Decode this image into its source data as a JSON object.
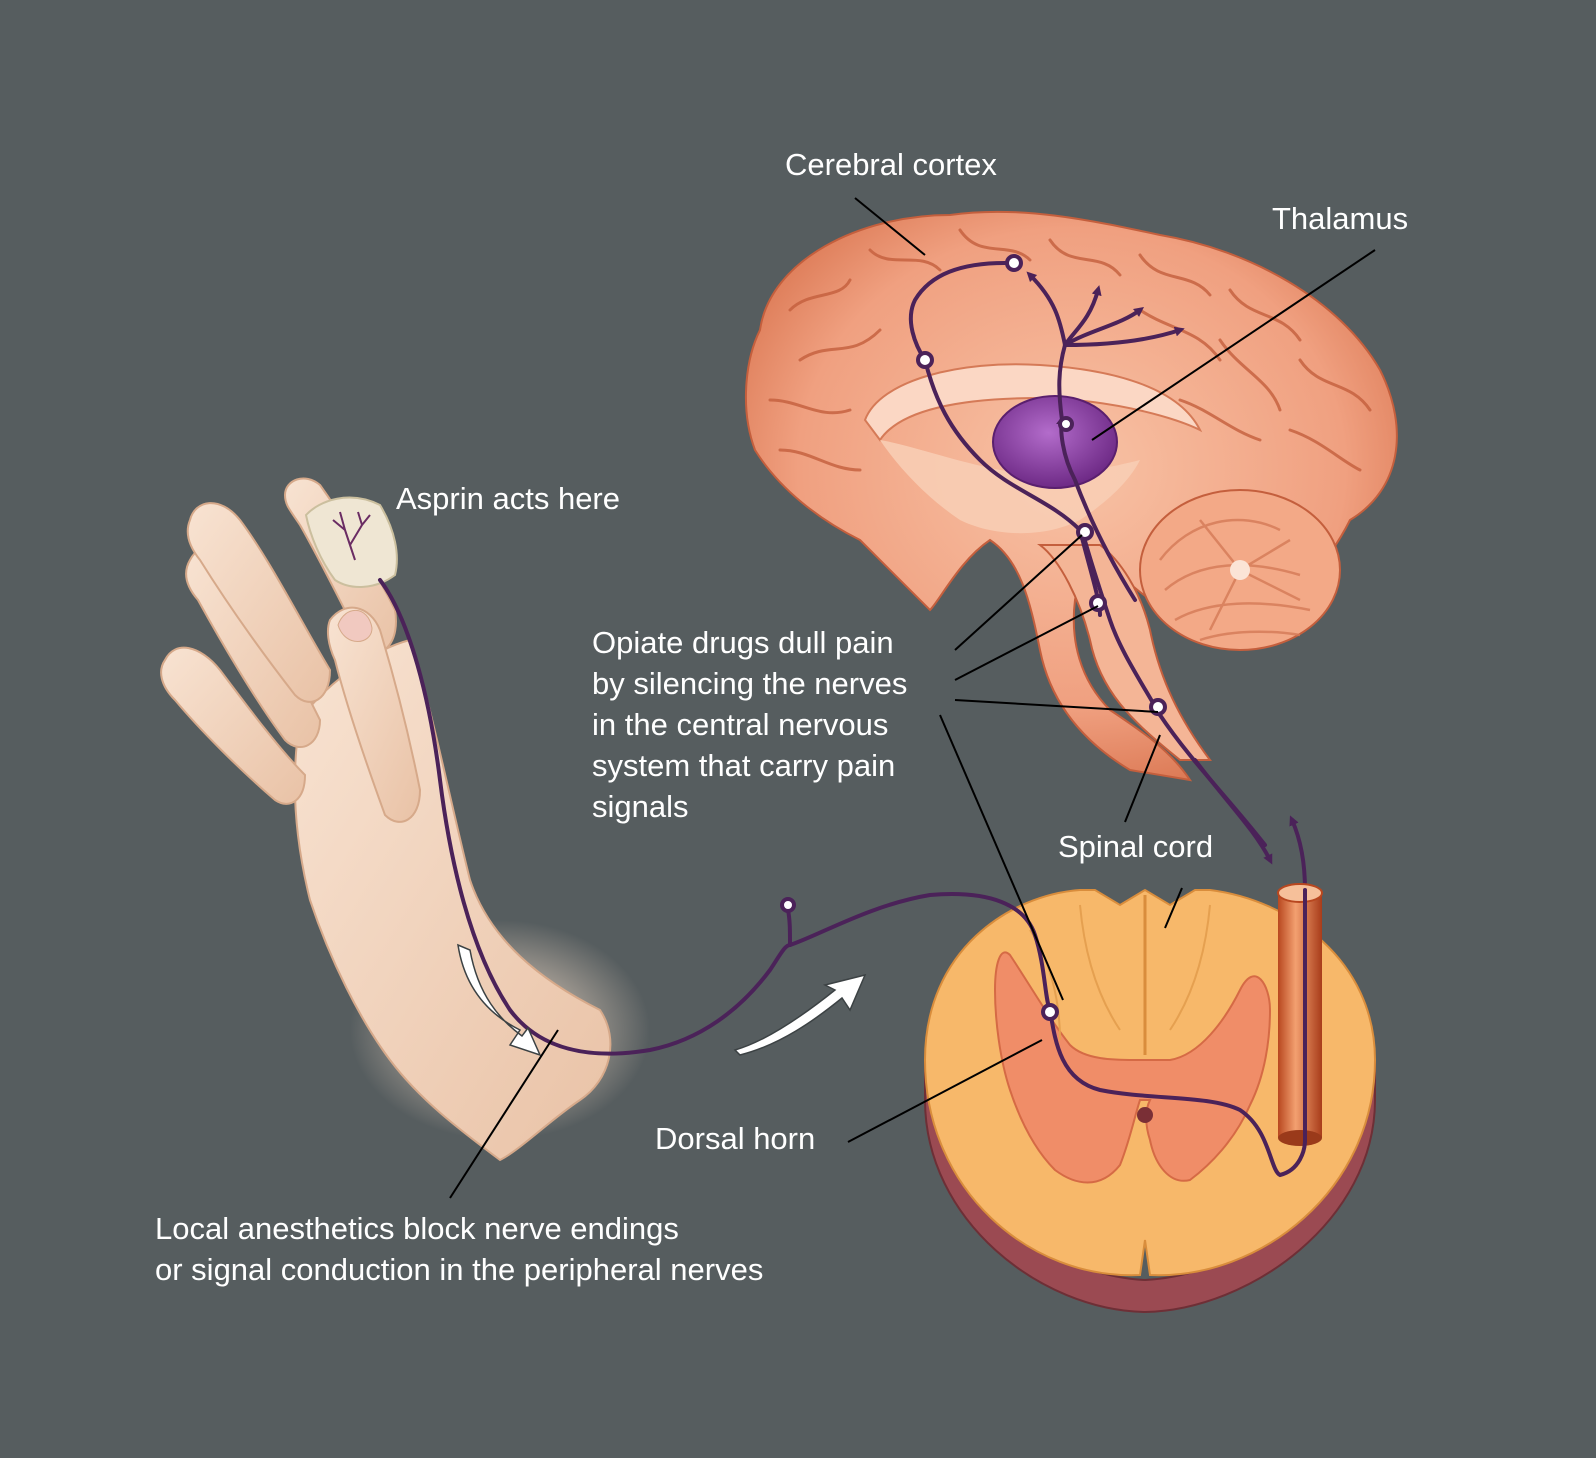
{
  "labels": {
    "cerebral_cortex": "Cerebral cortex",
    "thalamus": "Thalamus",
    "aspirin": "Asprin acts here",
    "opiate": [
      "Opiate drugs dull pain",
      "by silencing the nerves",
      "in the central nervous",
      "system that carry pain",
      "signals"
    ],
    "spinal_cord": "Spinal cord",
    "dorsal_horn": "Dorsal horn",
    "local_anesthetics": [
      "Local anesthetics block nerve endings",
      "or signal conduction in the peripheral nerves"
    ]
  },
  "colors": {
    "background": "#565d5f",
    "nerve": "#4b2259",
    "thalamus": "#8a3aa0",
    "brain": "#f0a080",
    "spinal_section": "#f7b86a",
    "grey_matter": "#f08d68",
    "skin": "#f3d8c4"
  }
}
